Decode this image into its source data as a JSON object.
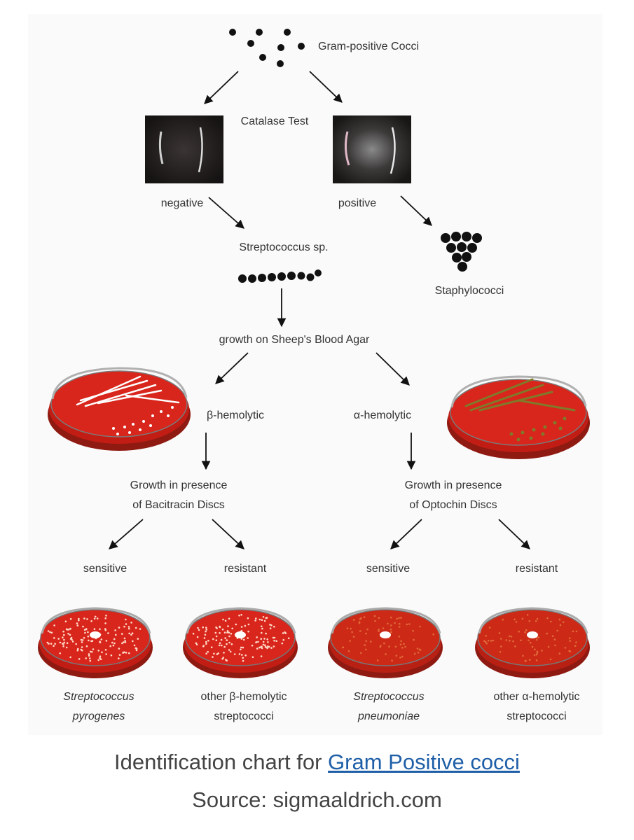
{
  "diagram": {
    "root": "Gram-positive Cocci",
    "catalase_test": "Catalase Test",
    "catalase_negative": "negative",
    "catalase_positive": "positive",
    "streptococcus": "Streptococcus sp.",
    "staphylococci": "Staphylococci",
    "blood_agar": "growth on Sheep's Blood Agar",
    "beta": "β-hemolytic",
    "alpha": "α-hemolytic",
    "bacitracin": [
      "Growth in presence",
      "of Bacitracin Discs"
    ],
    "optochin": [
      "Growth in presence",
      "of Optochin Discs"
    ],
    "leaves": [
      {
        "result": "sensitive",
        "organism": [
          "Streptococcus",
          "pyrogenes"
        ],
        "italic": true
      },
      {
        "result": "resistant",
        "organism": [
          "other β-hemolytic",
          "streptococci"
        ],
        "italic": false
      },
      {
        "result": "sensitive",
        "organism": [
          "Streptococcus",
          "pneumoniae"
        ],
        "italic": true
      },
      {
        "result": "resistant",
        "organism": [
          "other α-hemolytic",
          "streptococci"
        ],
        "italic": false
      }
    ]
  },
  "caption": {
    "prefix": "Identification chart for ",
    "link": "Gram Positive cocci",
    "source": "Source: sigmaaldrich.com"
  },
  "colors": {
    "agar_red": "#d8261c",
    "beta_colonies": "#ffffff",
    "alpha_colonies": "#7f7a2a",
    "arrow": "#111111",
    "link": "#1f5fa8"
  }
}
